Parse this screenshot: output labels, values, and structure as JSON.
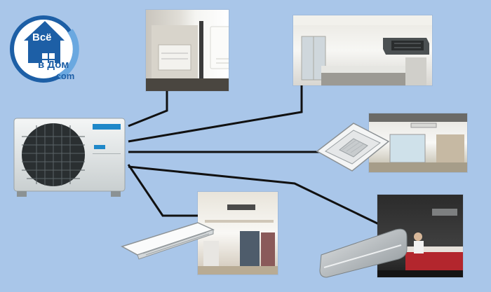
{
  "logo": {
    "line1": "Всё",
    "line2": "в Дом",
    "line3": ".com",
    "primary_color": "#1d5fa6"
  },
  "outdoor_unit": {
    "brand_icon": "daikin-logo-icon"
  },
  "indoor_units": [
    {
      "type": "floor-console-unit-icon"
    },
    {
      "type": "ducted-unit-icon"
    },
    {
      "type": "ceiling-cassette-unit-icon"
    },
    {
      "type": "ceiling-suspended-unit-icon"
    },
    {
      "type": "wall-mounted-unit-icon"
    }
  ],
  "colors": {
    "background": "#a9c6e9",
    "connector": "#111111",
    "daikin_blue": "#1f88c9"
  }
}
